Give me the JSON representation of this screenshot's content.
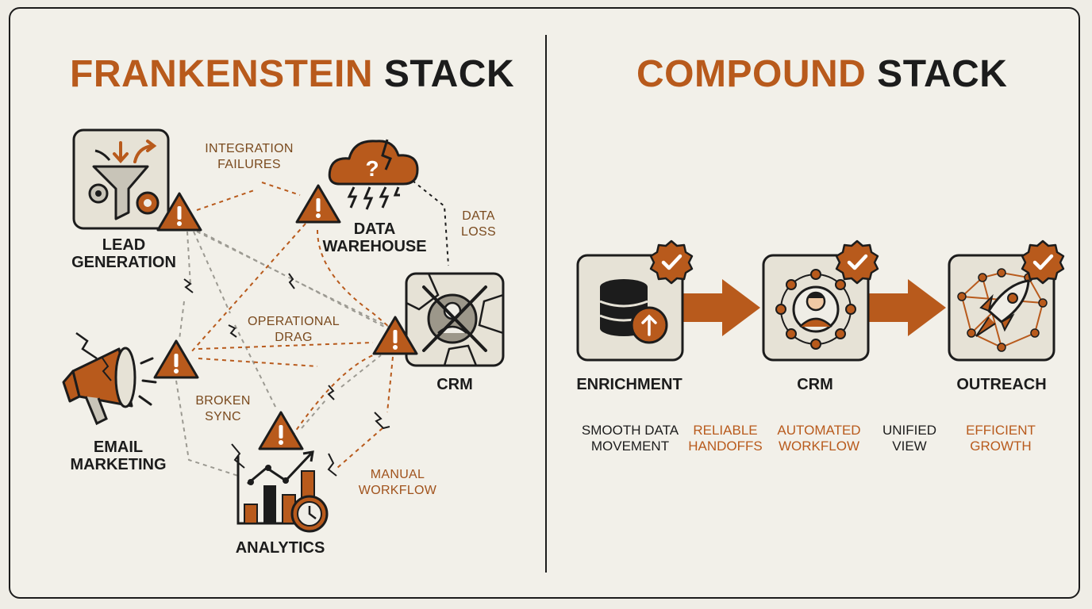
{
  "left": {
    "title_accent": "FRANKENSTEIN",
    "title_rest": "STACK",
    "nodes": {
      "lead": "LEAD\nGENERATION",
      "warehouse": "DATA\nWAREHOUSE",
      "crm": "CRM",
      "email": "EMAIL\nMARKETING",
      "analytics": "ANALYTICS"
    },
    "issues": {
      "integration": "INTEGRATION\nFAILURES",
      "data_loss": "DATA\nLOSS",
      "operational": "OPERATIONAL\nDRAG",
      "broken_sync": "BROKEN\nSYNC",
      "manual": "MANUAL\nWORKFLOW"
    }
  },
  "right": {
    "title_accent": "COMPOUND",
    "title_rest": "STACK",
    "nodes": {
      "enrichment": "ENRICHMENT",
      "crm": "CRM",
      "outreach": "OUTREACH"
    },
    "benefits": {
      "smooth": "SMOOTH DATA\nMOVEMENT",
      "reliable": "RELIABLE\nHANDOFFS",
      "automated": "AUTOMATED\nWORKFLOW",
      "unified": "UNIFIED\nVIEW",
      "efficient": "EFFICIENT\nGROWTH"
    }
  },
  "colors": {
    "accent": "#b85a1c",
    "ink": "#1c1c1c",
    "panel": "#efede6",
    "icon_fill": "#e6e2d6"
  }
}
